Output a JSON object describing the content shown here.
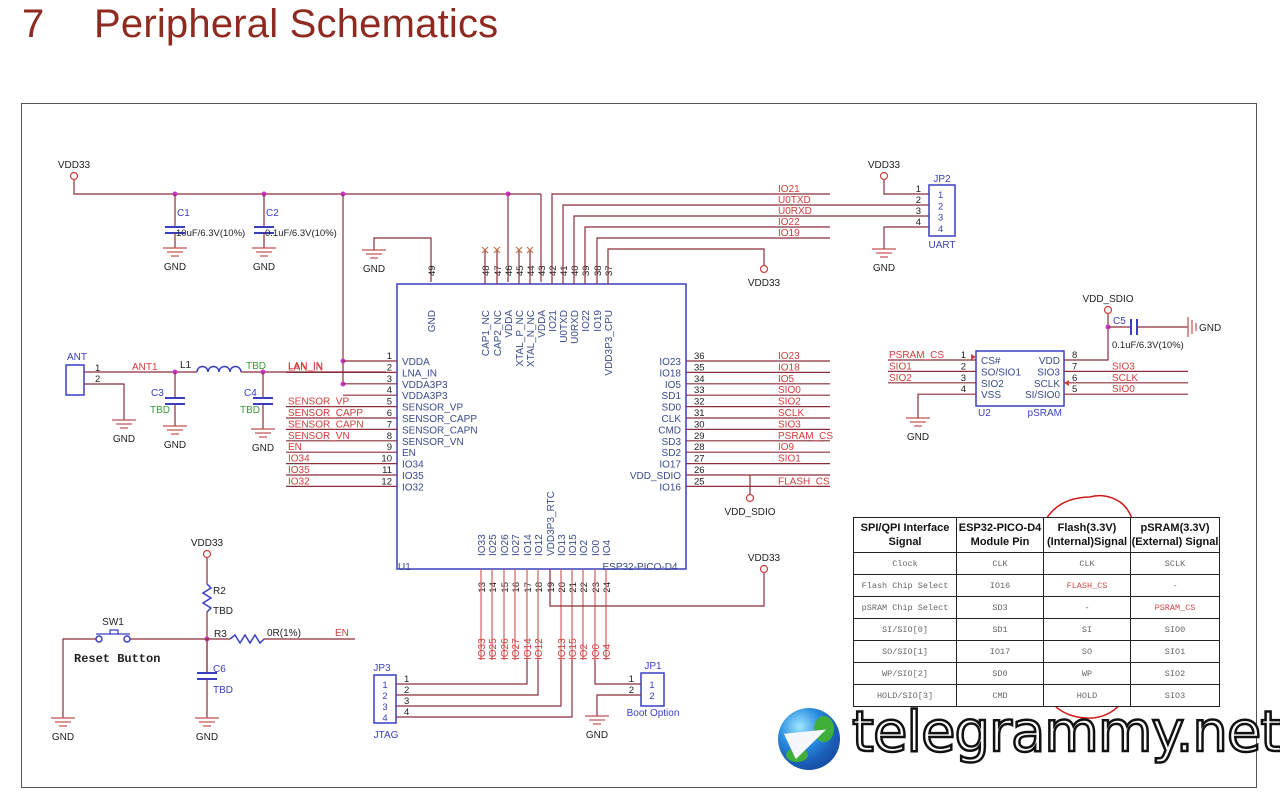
{
  "heading": {
    "number": "7",
    "title": "Peripheral Schematics"
  },
  "colors": {
    "title": "#8e2a1f",
    "wire": "#8b2f3a",
    "net_label": "#d43c3c",
    "component": "#3a3fc0",
    "pin_name": "#3a4a8c",
    "junction": "#cc33cc",
    "tbd_green": "#3a9a3a",
    "annotation_circle": "#cc1a1a"
  },
  "power_nets": {
    "vdd33": "VDD33",
    "vdd_sdio": "VDD_SDIO",
    "gnd": "GND"
  },
  "components": {
    "c1": {
      "ref": "C1",
      "value": "10uF/6.3V(10%)"
    },
    "c2": {
      "ref": "C2",
      "value": "0.1uF/6.3V(10%)"
    },
    "c3": {
      "ref": "C3",
      "value": "TBD"
    },
    "c4": {
      "ref": "C4",
      "value": "TBD"
    },
    "c5": {
      "ref": "C5",
      "value": "0.1uF/6.3V(10%)"
    },
    "c6": {
      "ref": "C6",
      "value": "TBD"
    },
    "l1": {
      "ref": "L1",
      "value": "TBD"
    },
    "r2": {
      "ref": "R2",
      "value": "TBD"
    },
    "r3": {
      "ref": "R3",
      "value": "0R(1%)"
    },
    "sw1": {
      "ref": "SW1",
      "label": "Reset Button"
    },
    "ant": {
      "ref": "ANT",
      "pins": [
        "1",
        "2"
      ],
      "net": "ANT1"
    },
    "lan_in": "LAN_IN",
    "en_net": "EN"
  },
  "u1": {
    "ref": "U1",
    "part": "ESP32-PICO-D4",
    "left_pins": [
      {
        "num": "1",
        "name": "VDDA",
        "net": ""
      },
      {
        "num": "2",
        "name": "LNA_IN",
        "net": "LAN_IN"
      },
      {
        "num": "3",
        "name": "VDDA3P3",
        "net": ""
      },
      {
        "num": "4",
        "name": "VDDA3P3",
        "net": ""
      },
      {
        "num": "5",
        "name": "SENSOR_VP",
        "net": "SENSOR_VP"
      },
      {
        "num": "6",
        "name": "SENSOR_CAPP",
        "net": "SENSOR_CAPP"
      },
      {
        "num": "7",
        "name": "SENSOR_CAPN",
        "net": "SENSOR_CAPN"
      },
      {
        "num": "8",
        "name": "SENSOR_VN",
        "net": "SENSOR_VN"
      },
      {
        "num": "9",
        "name": "EN",
        "net": "EN"
      },
      {
        "num": "10",
        "name": "IO34",
        "net": "IO34"
      },
      {
        "num": "11",
        "name": "IO35",
        "net": "IO35"
      },
      {
        "num": "12",
        "name": "IO32",
        "net": "IO32"
      }
    ],
    "top_pins": [
      {
        "num": "49",
        "name": "GND"
      },
      {
        "num": "48",
        "name": "CAP1_NC"
      },
      {
        "num": "47",
        "name": "CAP2_NC"
      },
      {
        "num": "46",
        "name": "VDDA"
      },
      {
        "num": "45",
        "name": "XTAL_P_NC"
      },
      {
        "num": "44",
        "name": "XTAL_N_NC"
      },
      {
        "num": "43",
        "name": "VDDA"
      },
      {
        "num": "42",
        "name": "IO21"
      },
      {
        "num": "41",
        "name": "U0TXD"
      },
      {
        "num": "40",
        "name": "U0RXD"
      },
      {
        "num": "39",
        "name": "IO22"
      },
      {
        "num": "38",
        "name": "IO19"
      },
      {
        "num": "37",
        "name": "VDD3P3_CPU"
      }
    ],
    "top_nets": [
      "IO21",
      "U0TXD",
      "U0RXD",
      "IO22",
      "IO19"
    ],
    "right_pins": [
      {
        "num": "36",
        "name": "IO23",
        "net": "IO23"
      },
      {
        "num": "35",
        "name": "IO18",
        "net": "IO18"
      },
      {
        "num": "34",
        "name": "IO5",
        "net": "IO5"
      },
      {
        "num": "33",
        "name": "SD1",
        "net": "SIO0"
      },
      {
        "num": "32",
        "name": "SD0",
        "net": "SIO2"
      },
      {
        "num": "31",
        "name": "CLK",
        "net": "SCLK"
      },
      {
        "num": "30",
        "name": "CMD",
        "net": "SIO3"
      },
      {
        "num": "29",
        "name": "SD3",
        "net": "PSRAM_CS"
      },
      {
        "num": "28",
        "name": "SD2",
        "net": "IO9"
      },
      {
        "num": "27",
        "name": "IO17",
        "net": "SIO1"
      },
      {
        "num": "26",
        "name": "VDD_SDIO",
        "net": ""
      },
      {
        "num": "25",
        "name": "IO16",
        "net": "FLASH_CS"
      }
    ],
    "bottom_pins": [
      {
        "num": "13",
        "name": "IO33",
        "net": "IO33"
      },
      {
        "num": "14",
        "name": "IO25",
        "net": "IO25"
      },
      {
        "num": "15",
        "name": "IO26",
        "net": "IO26"
      },
      {
        "num": "16",
        "name": "IO27",
        "net": "IO27"
      },
      {
        "num": "17",
        "name": "IO14",
        "net": "IO14"
      },
      {
        "num": "18",
        "name": "IO12",
        "net": "IO12"
      },
      {
        "num": "19",
        "name": "VDD3P3_RTC",
        "net": ""
      },
      {
        "num": "20",
        "name": "IO13",
        "net": "IO13"
      },
      {
        "num": "21",
        "name": "IO15",
        "net": "IO15"
      },
      {
        "num": "22",
        "name": "IO2",
        "net": "IO2"
      },
      {
        "num": "23",
        "name": "IO0",
        "net": "IO0"
      },
      {
        "num": "24",
        "name": "IO4",
        "net": "IO4"
      }
    ]
  },
  "u2": {
    "ref": "U2",
    "part": "pSRAM",
    "left_pins": [
      {
        "num": "1",
        "name": "CS#",
        "net": "PSRAM_CS"
      },
      {
        "num": "2",
        "name": "SO/SIO1",
        "net": "SIO1"
      },
      {
        "num": "3",
        "name": "SIO2",
        "net": "SIO2"
      },
      {
        "num": "4",
        "name": "VSS",
        "net": ""
      }
    ],
    "right_pins": [
      {
        "num": "8",
        "name": "VDD",
        "net": ""
      },
      {
        "num": "7",
        "name": "SIO3",
        "net": "SIO3"
      },
      {
        "num": "6",
        "name": "SCLK",
        "net": "SCLK"
      },
      {
        "num": "5",
        "name": "SI/SIO0",
        "net": "SIO0"
      }
    ]
  },
  "jp1": {
    "ref": "JP1",
    "label": "Boot Option",
    "pins": [
      "1",
      "2"
    ]
  },
  "jp2": {
    "ref": "JP2",
    "label": "UART",
    "pins": [
      "1",
      "2",
      "3",
      "4"
    ]
  },
  "jp3": {
    "ref": "JP3",
    "label": "JTAG",
    "pins": [
      "1",
      "2",
      "3",
      "4"
    ]
  },
  "table": {
    "headers": [
      "SPI/QPI Interface Signal",
      "ESP32-PICO-D4 Module Pin",
      "Flash(3.3V) (Internal)Signal",
      "pSRAM(3.3V) (External) Signal"
    ],
    "rows": [
      [
        "Clock",
        "CLK",
        "CLK",
        "SCLK"
      ],
      [
        "Flash Chip Select",
        "IO16",
        "FLASH_CS",
        "-"
      ],
      [
        "pSRAM Chip Select",
        "SD3",
        "-",
        "PSRAM_CS"
      ],
      [
        "SI/SIO[0]",
        "SD1",
        "SI",
        "SIO0"
      ],
      [
        "SO/SIO[1]",
        "IO17",
        "SO",
        "SIO1"
      ],
      [
        "WP/SIO[2]",
        "SD0",
        "WP",
        "SIO2"
      ],
      [
        "HOLD/SIO[3]",
        "CMD",
        "HOLD",
        "SIO3"
      ]
    ],
    "highlighted_cells": [
      [
        1,
        2
      ],
      [
        2,
        3
      ]
    ]
  },
  "watermark": {
    "text": "telegrammy.net",
    "icon": "telegram-globe-icon"
  }
}
